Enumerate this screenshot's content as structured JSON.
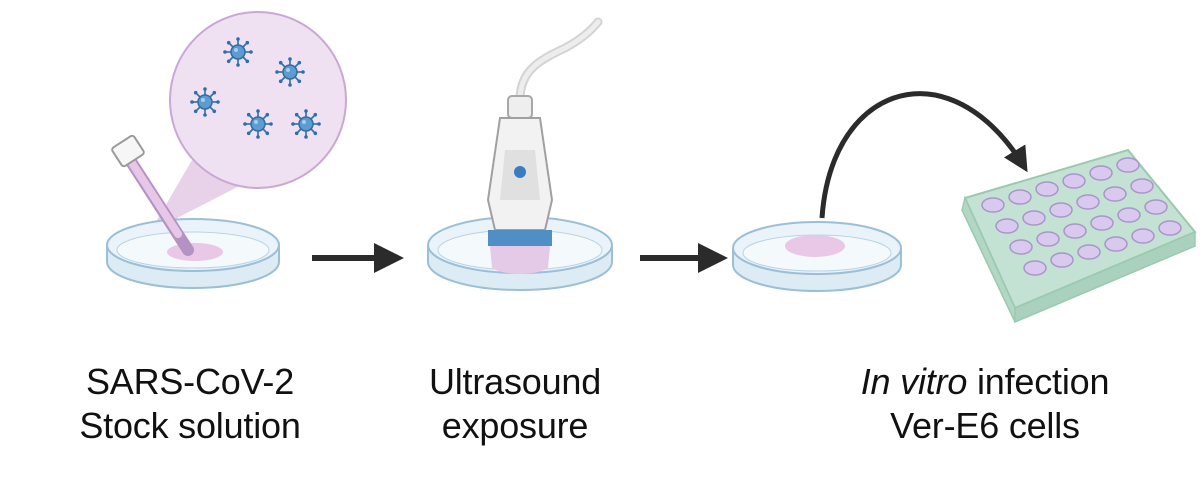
{
  "steps": [
    {
      "line1": "SARS-CoV-2",
      "line2": "Stock solution"
    },
    {
      "line1": "Ultrasound",
      "line2": "exposure"
    },
    {
      "line1_italic": "In vitro",
      "line1_rest": " infection",
      "line2": "Ver-E6 cells"
    }
  ],
  "colors": {
    "dish_fill": "#e6f1f7",
    "dish_stroke": "#9bbfd6",
    "sample_pink": "#e8c8e6",
    "virus_blue": "#3f84bf",
    "probe_band": "#4f8fc6",
    "plate_green": "#cfe8dc",
    "well_purple": "#d9c9ef",
    "arrow": "#2b2b2b"
  },
  "icons": [
    "virus-icon",
    "pipette-icon",
    "petri-dish-icon",
    "ultrasound-probe-icon",
    "well-plate-icon",
    "arrow-icon"
  ]
}
